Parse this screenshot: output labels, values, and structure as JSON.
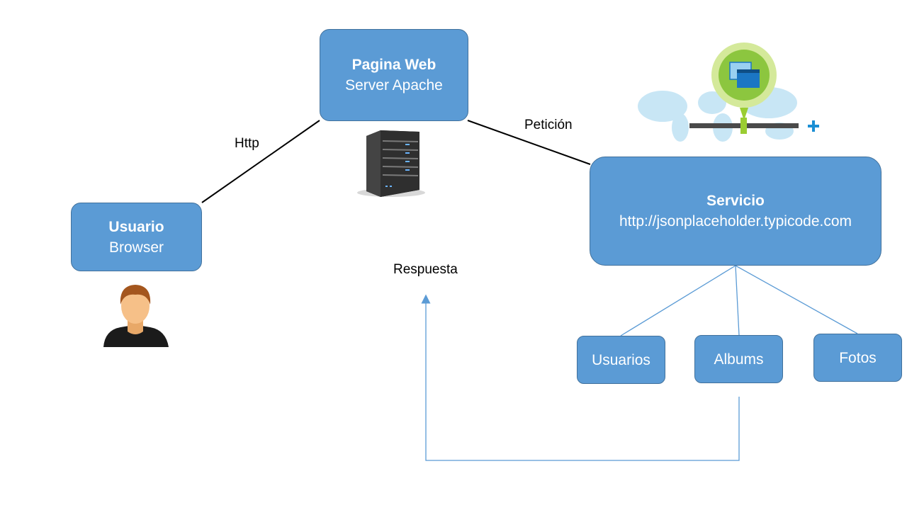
{
  "nodes": {
    "pagina_web": {
      "title": "Pagina Web",
      "subtitle": "Server Apache"
    },
    "usuario": {
      "title": "Usuario",
      "subtitle": "Browser"
    },
    "servicio": {
      "title": "Servicio",
      "subtitle": "http://jsonplaceholder.typicode.com"
    },
    "usuarios": {
      "label": "Usuarios"
    },
    "albums": {
      "label": "Albums"
    },
    "fotos": {
      "label": "Fotos"
    }
  },
  "edges": {
    "http": "Http",
    "peticion": "Petición",
    "respuesta": "Respuesta"
  },
  "icons": {
    "server": "server-icon",
    "user": "user-avatar-icon",
    "cloud_service": "world-map-service-icon"
  },
  "colors": {
    "node_fill": "#5b9bd5",
    "node_border": "#41719c",
    "tree_line": "#5b9bd5",
    "connector": "#000000"
  }
}
